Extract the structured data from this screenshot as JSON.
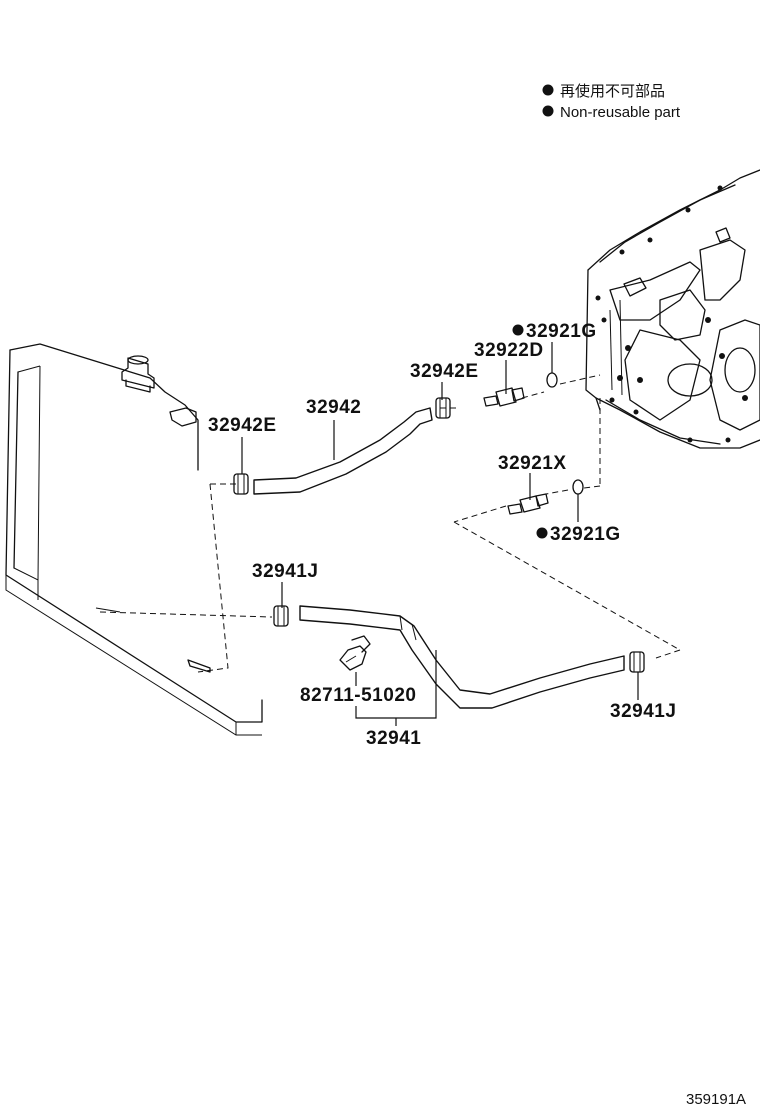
{
  "legend": {
    "jp_text": "再使用不可部品",
    "en_text": "Non-reusable part",
    "bullet_icon": "filled-circle-icon"
  },
  "labels": {
    "p32942E_left": "32942E",
    "p32942": "32942",
    "p32942E_right": "32942E",
    "p32922D": "32922D",
    "p32921G_top": "32921G",
    "p32921X": "32921X",
    "p32921G_bottom": "32921G",
    "p32941J_left": "32941J",
    "p82711": "82711-51020",
    "p32941": "32941",
    "p32941J_right": "32941J"
  },
  "diagram_code": "359191A"
}
